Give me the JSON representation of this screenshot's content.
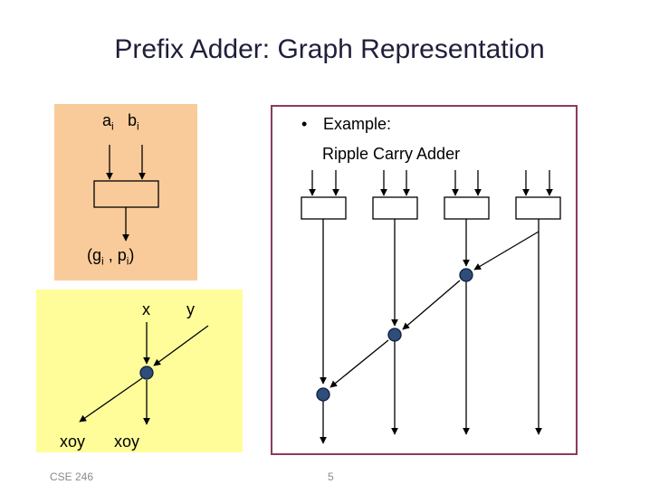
{
  "slide": {
    "title": "Prefix Adder: Graph Representation",
    "footer_left": "CSE 246",
    "page_number": "5"
  },
  "node_diagram": {
    "input_a": "a",
    "input_a_sub": "i",
    "input_b": "b",
    "input_b_sub": "i",
    "output_open": "(g",
    "output_g_sub": "i",
    "output_sep": " , p",
    "output_p_sub": "i",
    "output_close": ")"
  },
  "dot_diagram": {
    "input_x": "x",
    "input_y": "y",
    "output_left": "xoy",
    "output_right": "xoy"
  },
  "example": {
    "bullet": "•",
    "heading": "Example:",
    "subheading": "Ripple Carry Adder"
  },
  "colors": {
    "orange_panel": "#facb9a",
    "yellow_panel": "#fffd9a",
    "example_border": "#8b3a62",
    "node_fill": "#2e4d7b"
  }
}
